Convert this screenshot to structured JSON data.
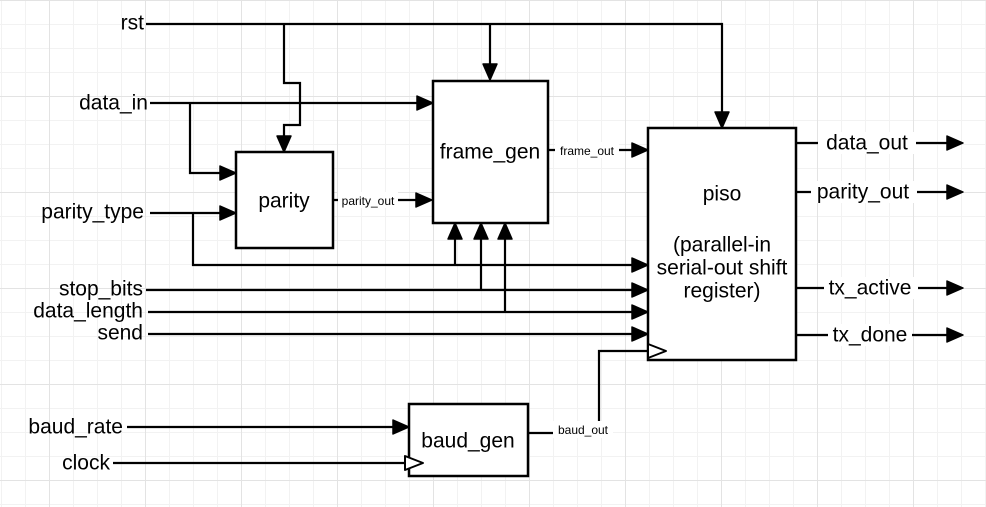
{
  "colors": {
    "stroke": "#000000",
    "background": "#ffffff",
    "grid_minor": "#f2f2f2",
    "grid_major": "#e3e3e3"
  },
  "inputs": [
    {
      "label": "rst"
    },
    {
      "label": "data_in"
    },
    {
      "label": "parity_type"
    },
    {
      "label": "stop_bits"
    },
    {
      "label": "data_length"
    },
    {
      "label": "send"
    },
    {
      "label": "baud_rate"
    },
    {
      "label": "clock"
    }
  ],
  "outputs": [
    {
      "label": "data_out"
    },
    {
      "label": "parity_out"
    },
    {
      "label": "tx_active"
    },
    {
      "label": "tx_done"
    }
  ],
  "blocks": {
    "parity": {
      "label": "parity"
    },
    "frame_gen": {
      "label": "frame_gen"
    },
    "piso": {
      "name": "piso",
      "desc_lines": [
        "(parallel-in",
        "serial-out shift",
        "register)"
      ]
    },
    "baud_gen": {
      "label": "baud_gen"
    }
  },
  "wire_labels": {
    "parity_out": "parity_out",
    "frame_out": "frame_out",
    "baud_out": "baud_out"
  }
}
